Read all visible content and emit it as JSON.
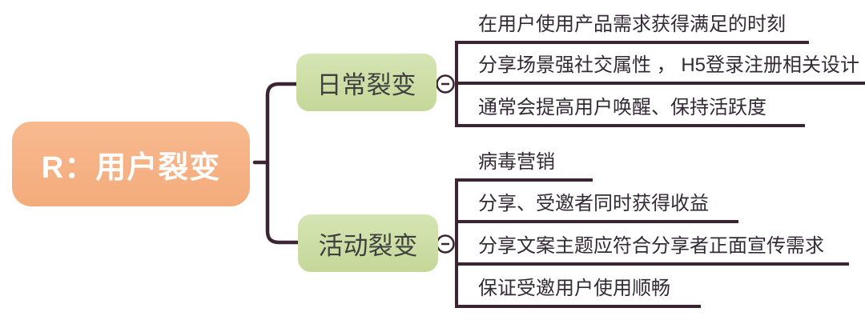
{
  "diagram": {
    "type": "mindmap",
    "root": {
      "label": "R：用户裂变"
    },
    "branches": [
      {
        "label": "日常裂变",
        "collapse_icon": "−",
        "children": [
          "在用户使用产品需求获得满足的时刻",
          "分享场景强社交属性 ， H5登录注册相关设计",
          "通常会提高用户唤醒、保持活跃度"
        ]
      },
      {
        "label": "活动裂变",
        "collapse_icon": "−",
        "children": [
          "病毒营销",
          "分享、受邀者同时获得收益",
          "分享文案主题应符合分享者正面宣传需求",
          "保证受邀用户使用顺畅"
        ]
      }
    ],
    "colors": {
      "root_fill": "#f5b083",
      "branch_fill": "#cddfa6",
      "line": "#3b2533",
      "root_text": "#ffffff",
      "branch_text": "#3f3f3f",
      "leaf_text": "#342a36",
      "background": "#ffffff"
    }
  }
}
